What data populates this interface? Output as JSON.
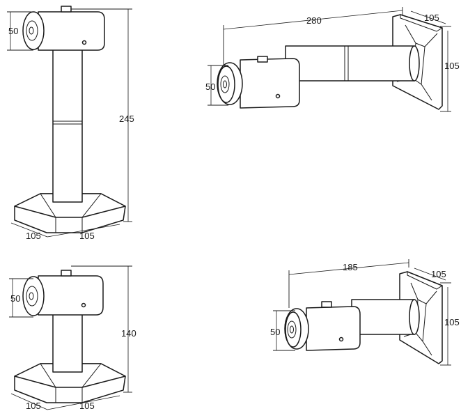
{
  "holders": [
    {
      "orientation": "floor-mounted, tall",
      "dimensions": {
        "rod_diameter": "50",
        "height": "245",
        "base_depth": "105",
        "base_width": "105"
      }
    },
    {
      "orientation": "wall-mounted, long",
      "dimensions": {
        "projection": "280",
        "plate_width": "105",
        "plate_height": "105",
        "rod_diameter": "50"
      }
    },
    {
      "orientation": "floor-mounted, short",
      "dimensions": {
        "rod_diameter": "50",
        "height": "140",
        "base_depth": "105",
        "base_width": "105"
      }
    },
    {
      "orientation": "wall-mounted, short",
      "dimensions": {
        "projection": "185",
        "plate_width": "105",
        "plate_height": "105",
        "rod_diameter": "50"
      }
    }
  ],
  "line_color": "#1a1a1a"
}
